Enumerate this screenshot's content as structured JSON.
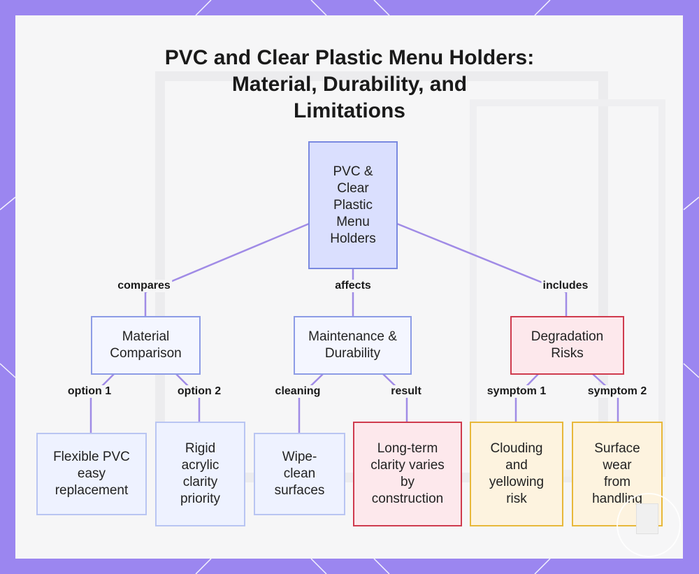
{
  "title_lines": [
    "PVC and Clear Plastic Menu Holders:",
    "Material, Durability, and",
    "Limitations"
  ],
  "nodes": {
    "root": "PVC & Clear Plastic Menu Holders",
    "material_comparison": "Material Comparison",
    "maintenance_durability": "Maintenance & Durability",
    "degradation_risks": "Degradation Risks",
    "flexible_pvc": "Flexible PVC easy replacement",
    "rigid_acrylic": "Rigid acrylic clarity priority",
    "wipe_clean": "Wipe-clean surfaces",
    "long_term_clarity": "Long-term clarity varies by construction",
    "clouding": "Clouding and yellowing risk",
    "surface_wear": "Surface wear from handling"
  },
  "edge_labels": {
    "compares": "compares",
    "affects": "affects",
    "includes": "includes",
    "option1": "option 1",
    "option2": "option 2",
    "cleaning": "cleaning",
    "result": "result",
    "symptom1": "symptom 1",
    "symptom2": "symptom 2"
  },
  "colors": {
    "frame": "#9b86f0",
    "connector": "#a08be6",
    "blue_border": "#8d9ce6",
    "red_border": "#cf3b4e",
    "orange_border": "#e8b83a"
  }
}
